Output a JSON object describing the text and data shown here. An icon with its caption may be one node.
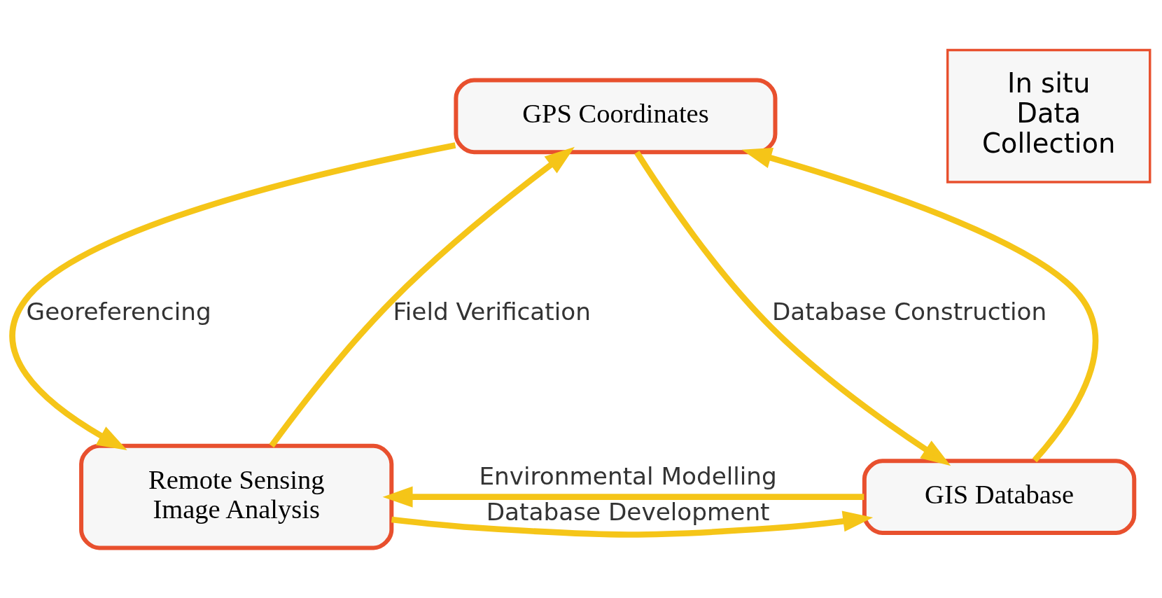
{
  "diagram": {
    "nodes": [
      {
        "text": [
          "GPS Coordinates"
        ]
      },
      {
        "text": [
          "In situ Data Collection"
        ]
      },
      {
        "text": [
          "Remote Sensing Image Analysis"
        ]
      },
      {
        "text": [
          "GIS Database"
        ]
      }
    ],
    "edges": [
      {
        "from": 0,
        "to": 2,
        "arrow": "to",
        "label": "Georeferencing"
      },
      {
        "from": 2,
        "to": 0,
        "arrow": "to",
        "label": "Field Verification"
      },
      {
        "from": 0,
        "to": 3,
        "arrow": "to",
        "label": "Database Construction"
      },
      {
        "from": 3,
        "to": 0,
        "arrow": "to"
      },
      {
        "from": 2,
        "to": 3,
        "arrow": "to",
        "label": "Database Development"
      },
      {
        "from": 3,
        "to": 2,
        "arrow": "to",
        "label": "Environmental Modelling"
      }
    ]
  }
}
